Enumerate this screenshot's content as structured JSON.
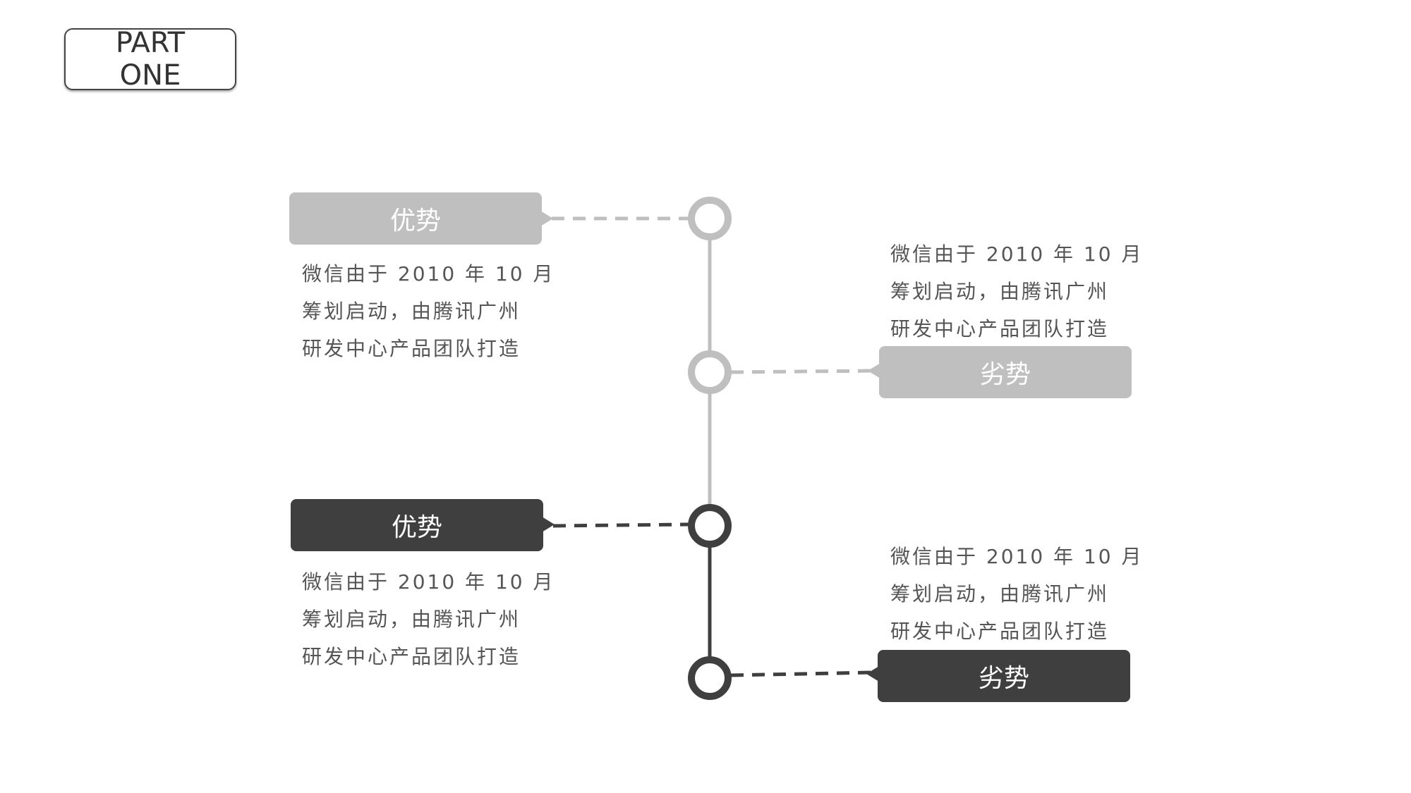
{
  "part_label": {
    "line1": "PART",
    "line2": "ONE"
  },
  "colors": {
    "light": "#bfbfbf",
    "dark": "#3f3f3f",
    "text": "#555555"
  },
  "items": [
    {
      "tag": "优势",
      "tone": "light",
      "desc": [
        "微信由于 2010 年 10 月",
        "筹划启动，由腾讯广州",
        "研发中心产品团队打造"
      ]
    },
    {
      "tag": "劣势",
      "tone": "light",
      "desc": [
        "微信由于 2010 年 10 月",
        "筹划启动，由腾讯广州",
        "研发中心产品团队打造"
      ]
    },
    {
      "tag": "优势",
      "tone": "dark",
      "desc": [
        "微信由于 2010 年 10 月",
        "筹划启动，由腾讯广州",
        "研发中心产品团队打造"
      ]
    },
    {
      "tag": "劣势",
      "tone": "dark",
      "desc": [
        "微信由于 2010 年 10 月",
        "筹划启动，由腾讯广州",
        "研发中心产品团队打造"
      ]
    }
  ]
}
